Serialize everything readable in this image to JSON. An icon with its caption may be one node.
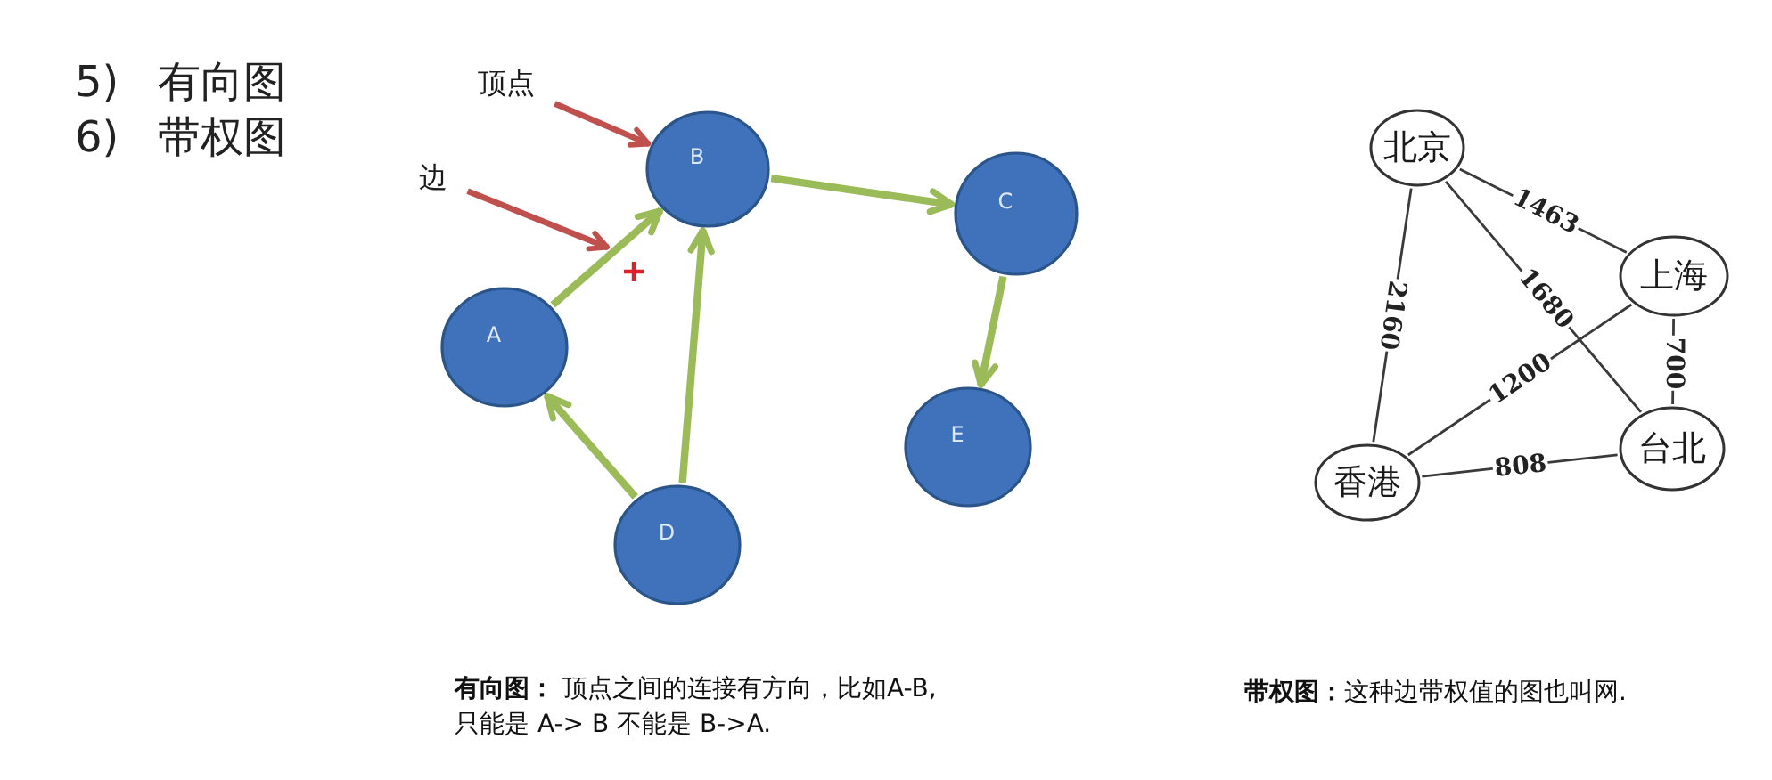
{
  "diagram": {
    "nodes": [
      {
        "text": [
          "顶点"
        ]
      },
      {
        "text": [
          "边"
        ]
      },
      {
        "text": [
          "B"
        ]
      },
      {
        "text": [
          "C"
        ]
      },
      {
        "text": [
          "A"
        ]
      },
      {
        "text": [
          "E"
        ]
      },
      {
        "text": [
          "D"
        ]
      },
      {
        "text": [
          "北京"
        ]
      },
      {
        "text": [
          "上海"
        ]
      },
      {
        "text": [
          "香港"
        ]
      },
      {
        "text": [
          "台北"
        ]
      }
    ],
    "edges": [
      {
        "from": 0,
        "to": 2,
        "arrow": "to",
        "color": "#c0504d"
      },
      {
        "from": 1,
        "to": null,
        "arrow": "to",
        "color": "#c0504d"
      },
      {
        "from": 4,
        "to": 2,
        "arrow": "to",
        "color": "#9bbb59"
      },
      {
        "from": 2,
        "to": 3,
        "arrow": "to",
        "color": "#9bbb59"
      },
      {
        "from": 3,
        "to": 5,
        "arrow": "to",
        "color": "#9bbb59"
      },
      {
        "from": 6,
        "to": 4,
        "arrow": "to",
        "color": "#9bbb59"
      },
      {
        "from": 6,
        "to": 2,
        "arrow": "to",
        "color": "#9bbb59"
      },
      {
        "from": 7,
        "to": 8,
        "arrow": "none",
        "label": "1463"
      },
      {
        "from": 7,
        "to": 9,
        "arrow": "none",
        "label": "2160"
      },
      {
        "from": 7,
        "to": 10,
        "arrow": "none",
        "label": "1680"
      },
      {
        "from": 8,
        "to": 9,
        "arrow": "none",
        "label": "1200"
      },
      {
        "from": 8,
        "to": 10,
        "arrow": "none",
        "label": "700"
      },
      {
        "from": 9,
        "to": 10,
        "arrow": "none",
        "label": "808"
      }
    ],
    "labels": [
      "5) 有向图",
      "6) 带权图",
      "**有向图：** 顶点之间的连接有方向，比如A-B,只能是 A-> B 不能是 B->A.",
      "**带权图：**这种边带权值的图也叫网."
    ]
  }
}
